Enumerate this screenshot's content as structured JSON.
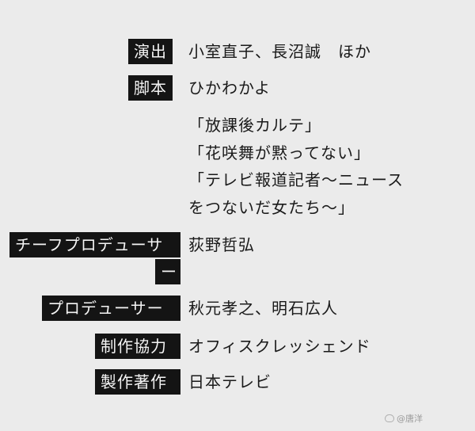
{
  "credits": [
    {
      "label": "演出",
      "values": [
        "小室直子、長沼誠　ほか"
      ]
    },
    {
      "label": "脚本",
      "values": [
        "ひかわかよ"
      ]
    },
    {
      "label": "",
      "values": [
        "「放課後カルテ」",
        "「花咲舞が黙ってない」",
        "「テレビ報道記者〜ニュース",
        "をつないだ女たち〜」"
      ]
    },
    {
      "label_lines": [
        "チーフプロデューサ",
        "ー"
      ],
      "values": [
        "荻野哲弘"
      ]
    },
    {
      "label": "プロデューサー",
      "values": [
        "秋元孝之、明石広人"
      ]
    },
    {
      "label": "制作協力",
      "values": [
        "オフィスクレッシェンド"
      ]
    },
    {
      "label": "製作著作",
      "values": [
        "日本テレビ"
      ]
    }
  ],
  "watermark": {
    "text": "@唐洋",
    "icon": "weibo-icon"
  }
}
